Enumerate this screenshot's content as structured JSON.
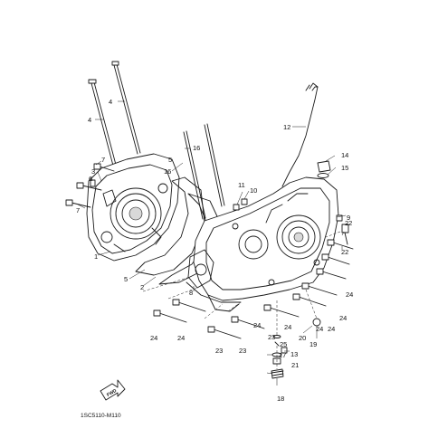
{
  "callouts": [
    "1",
    "2",
    "3",
    "4",
    "4",
    "5",
    "5",
    "6",
    "7",
    "7",
    "8",
    "9",
    "10",
    "11",
    "12",
    "13",
    "14",
    "15",
    "16",
    "16",
    "17",
    "18",
    "19",
    "20",
    "21",
    "22",
    "22",
    "23",
    "23",
    "23",
    "24",
    "24",
    "24",
    "24",
    "24",
    "24",
    "24",
    "24",
    "25"
  ],
  "fwd_label": "FWD",
  "drawing_code": "1SC5110-M110",
  "colors": {
    "line": "#1a1a1a",
    "background": "#ffffff"
  }
}
